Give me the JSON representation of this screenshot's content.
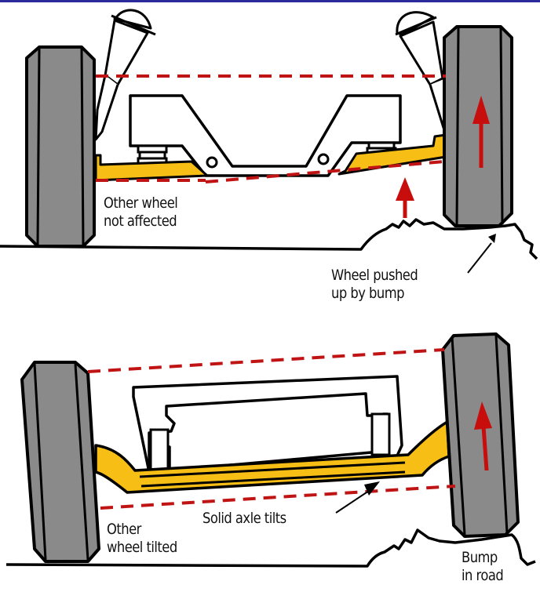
{
  "title": "Solid axle suspension: effect of one wheel hitting a bump",
  "colors": {
    "tire": "#8a8a8a",
    "axle": "#f7be16",
    "arrow": "#c80d0d",
    "dash": "#c01414",
    "outline": "#000000",
    "top_border": "#2a2a9a"
  },
  "panels": [
    {
      "name": "independent-suspension",
      "labels": {
        "left_wheel": [
          "Other wheel",
          "not affected"
        ],
        "right_wheel": [
          "Wheel pushed",
          "up by bump"
        ]
      }
    },
    {
      "name": "solid-axle",
      "labels": {
        "left_wheel": [
          "Other",
          "wheel tilted"
        ],
        "axle": "Solid axle tilts",
        "right_wheel": [
          "Bump",
          "in road"
        ]
      }
    }
  ]
}
